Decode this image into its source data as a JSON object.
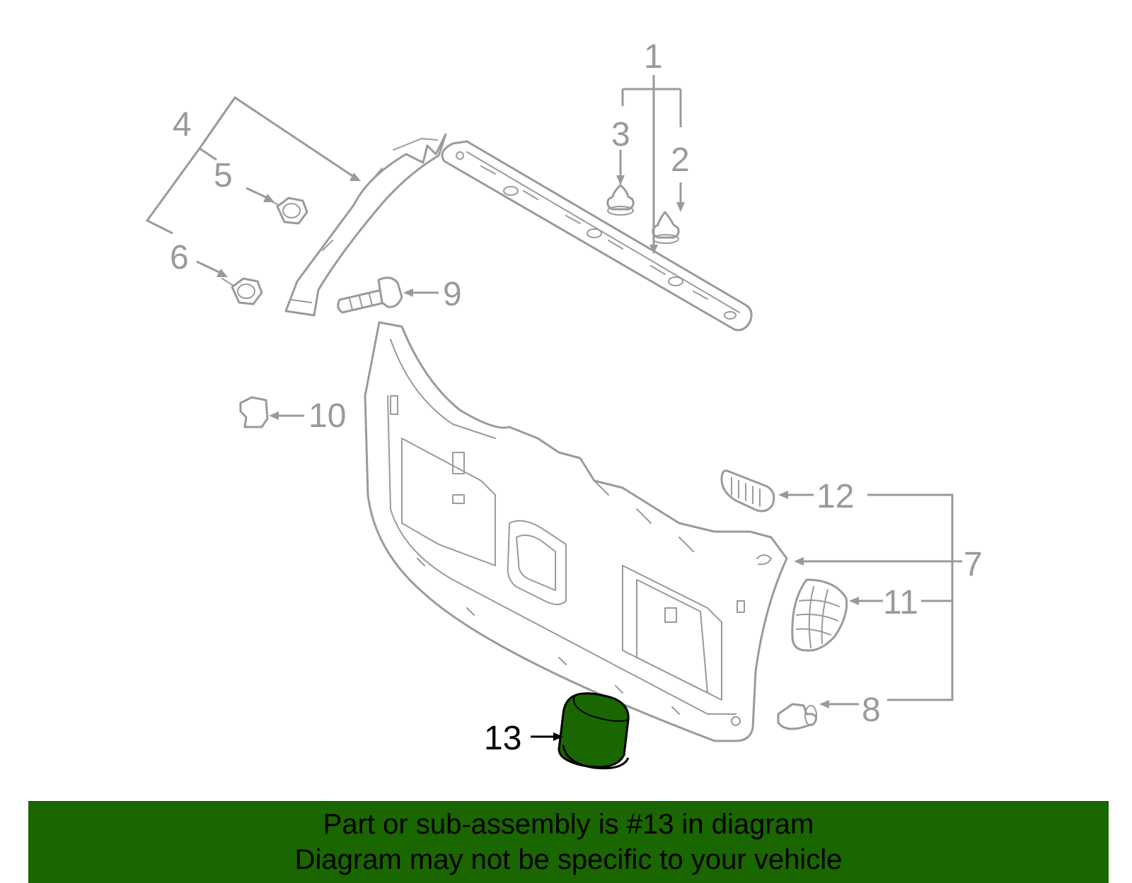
{
  "diagram": {
    "callouts": [
      "1",
      "2",
      "3",
      "4",
      "5",
      "6",
      "7",
      "8",
      "9",
      "10",
      "11",
      "12",
      "13"
    ],
    "highlighted_part": "13",
    "highlight_color": "#1a6600",
    "line_color": "#9a9a9a"
  },
  "banner": {
    "line1": "Part or sub-assembly is #13 in diagram",
    "line2": "Diagram may not be specific to your vehicle",
    "background": "#1a6600"
  }
}
